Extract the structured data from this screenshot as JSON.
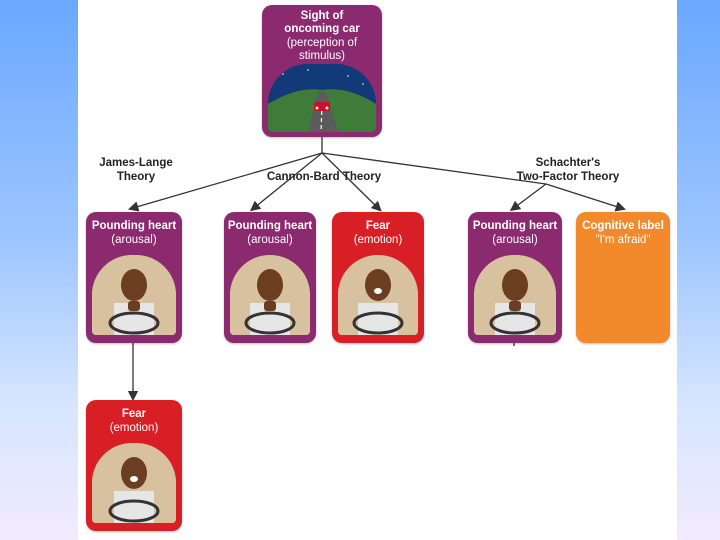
{
  "top": {
    "title_line1": "Sight of",
    "title_line2": "oncoming car",
    "sub_line1": "(perception of",
    "sub_line2": "stimulus)"
  },
  "theories": {
    "james_lange_line1": "James-Lange",
    "james_lange_line2": "Theory",
    "cannon_bard": "Cannon-Bard Theory",
    "schachter_line1": "Schachter's",
    "schachter_line2": "Two-Factor Theory"
  },
  "cards": {
    "jl_arousal": {
      "title": "Pounding heart",
      "sub": "(arousal)"
    },
    "jl_fear": {
      "title": "Fear",
      "sub": "(emotion)"
    },
    "cb_arousal": {
      "title": "Pounding heart",
      "sub": "(arousal)"
    },
    "cb_fear": {
      "title": "Fear",
      "sub": "(emotion)"
    },
    "sc_arousal": {
      "title": "Pounding heart",
      "sub": "(arousal)"
    },
    "sc_label": {
      "title": "Cognitive label",
      "sub": "\"I'm afraid\""
    }
  },
  "colors": {
    "purple_card": "#8b2a6e",
    "red_card": "#d91f26",
    "orange_card": "#f28a2c",
    "background_gradient_top": "#6aa8ff",
    "background_gradient_bottom": "#f2eaff"
  }
}
